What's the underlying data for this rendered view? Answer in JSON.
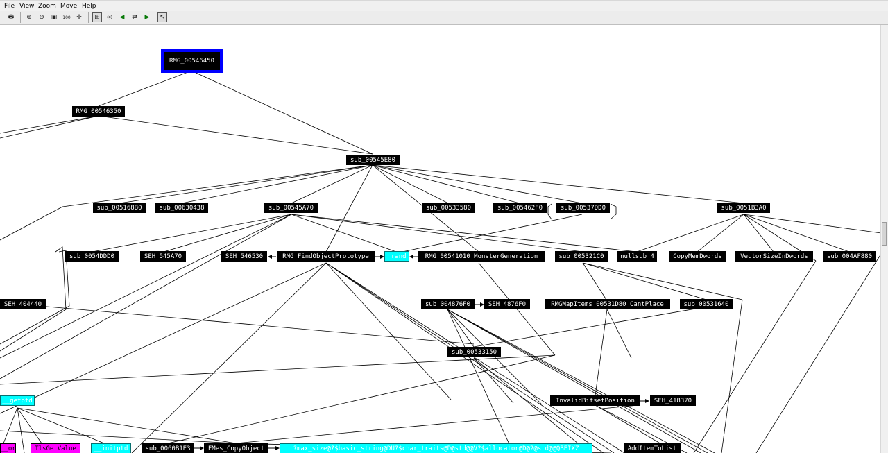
{
  "menu": [
    "File",
    "View",
    "Zoom",
    "Move",
    "Help"
  ],
  "toolbar": {
    "buttons": [
      {
        "name": "print-icon",
        "glyph": "🖶"
      },
      {
        "name": "zoom-in-icon",
        "glyph": "⊕"
      },
      {
        "name": "zoom-out-icon",
        "glyph": "⊖"
      },
      {
        "name": "zoom-fit-icon",
        "glyph": "▣"
      },
      {
        "name": "zoom-100-icon",
        "glyph": "100"
      },
      {
        "name": "pan-icon",
        "glyph": "✛"
      },
      {
        "name": "layout-icon",
        "glyph": "⊞"
      },
      {
        "name": "overview-icon",
        "glyph": "◎"
      },
      {
        "name": "back-icon",
        "glyph": "◀"
      },
      {
        "name": "relayout-icon",
        "glyph": "⇄"
      },
      {
        "name": "forward-icon",
        "glyph": "▶"
      },
      {
        "name": "pointer-icon",
        "glyph": "↖"
      }
    ]
  },
  "graph": {
    "nodes": [
      {
        "id": "rmg546450",
        "label": "RMG_00546450",
        "style": "blue"
      },
      {
        "id": "rmg546350",
        "label": "RMG_00546350",
        "style": "black"
      },
      {
        "id": "sub545e80",
        "label": "sub_00545E80",
        "style": "black"
      },
      {
        "id": "sub5168b0",
        "label": "sub_005168B0",
        "style": "black"
      },
      {
        "id": "sub630438",
        "label": "sub_00630438",
        "style": "black"
      },
      {
        "id": "sub545a70",
        "label": "sub_00545A70",
        "style": "black"
      },
      {
        "id": "sub533580",
        "label": "sub_00533580",
        "style": "black"
      },
      {
        "id": "sub5462f0",
        "label": "sub_005462F0",
        "style": "black"
      },
      {
        "id": "sub537dd0",
        "label": "sub_00537DD0",
        "style": "black"
      },
      {
        "id": "sub51b3a0",
        "label": "sub_0051B3A0",
        "style": "black"
      },
      {
        "id": "sub54ddd0",
        "label": "sub_0054DDD0",
        "style": "black"
      },
      {
        "id": "seh545a70",
        "label": "SEH_545A70",
        "style": "black"
      },
      {
        "id": "seh546530",
        "label": "SEH_546530",
        "style": "black"
      },
      {
        "id": "findproto",
        "label": "RMG_FindObjectPrototype",
        "style": "black"
      },
      {
        "id": "rand",
        "label": "_rand",
        "style": "cyan"
      },
      {
        "id": "monstergen",
        "label": "RMG_00541010_MonsterGeneration",
        "style": "black"
      },
      {
        "id": "sub5321c0",
        "label": "sub_005321C0",
        "style": "black"
      },
      {
        "id": "nullsub4",
        "label": "nullsub_4",
        "style": "black"
      },
      {
        "id": "copymem",
        "label": "CopyMemDwords",
        "style": "black"
      },
      {
        "id": "vectorsize",
        "label": "VectorSizeInDwords",
        "style": "black"
      },
      {
        "id": "sub4af880",
        "label": "sub_004AF880",
        "style": "black"
      },
      {
        "id": "seh404440",
        "label": "SEH_404440",
        "style": "black"
      },
      {
        "id": "sub4876f0",
        "label": "sub_004876F0",
        "style": "black"
      },
      {
        "id": "seh4876f0",
        "label": "SEH_4876F0",
        "style": "black"
      },
      {
        "id": "cantplace",
        "label": "RMGMapItems_00531D80_CantPlace",
        "style": "black"
      },
      {
        "id": "sub531640",
        "label": "sub_00531640",
        "style": "black"
      },
      {
        "id": "sub533150",
        "label": "sub_00533150",
        "style": "black"
      },
      {
        "id": "invalidbitset",
        "label": "InvalidBitsetPosition",
        "style": "black"
      },
      {
        "id": "seh418370",
        "label": "SEH_418370",
        "style": "black"
      },
      {
        "id": "getptd",
        "label": "__getptd",
        "style": "cyan"
      },
      {
        "id": "errmag",
        "label": "__or",
        "style": "magenta"
      },
      {
        "id": "tlsgetvalue",
        "label": "TlsGetValue",
        "style": "magenta"
      },
      {
        "id": "initptd",
        "label": "__initptd",
        "style": "cyan"
      },
      {
        "id": "sub60b1e3",
        "label": "sub_0060B1E3",
        "style": "black"
      },
      {
        "id": "copyobject",
        "label": "FMes_CopyObject",
        "style": "black"
      },
      {
        "id": "maxsize",
        "label": "?max_size@?$basic_string@DU?$char_traits@D@std@@V?$allocator@D@2@std@@QBEIXZ",
        "style": "cyan"
      },
      {
        "id": "additemtolist",
        "label": "AddItemToList",
        "style": "black"
      }
    ]
  },
  "scroll": {
    "position": 0.46
  }
}
